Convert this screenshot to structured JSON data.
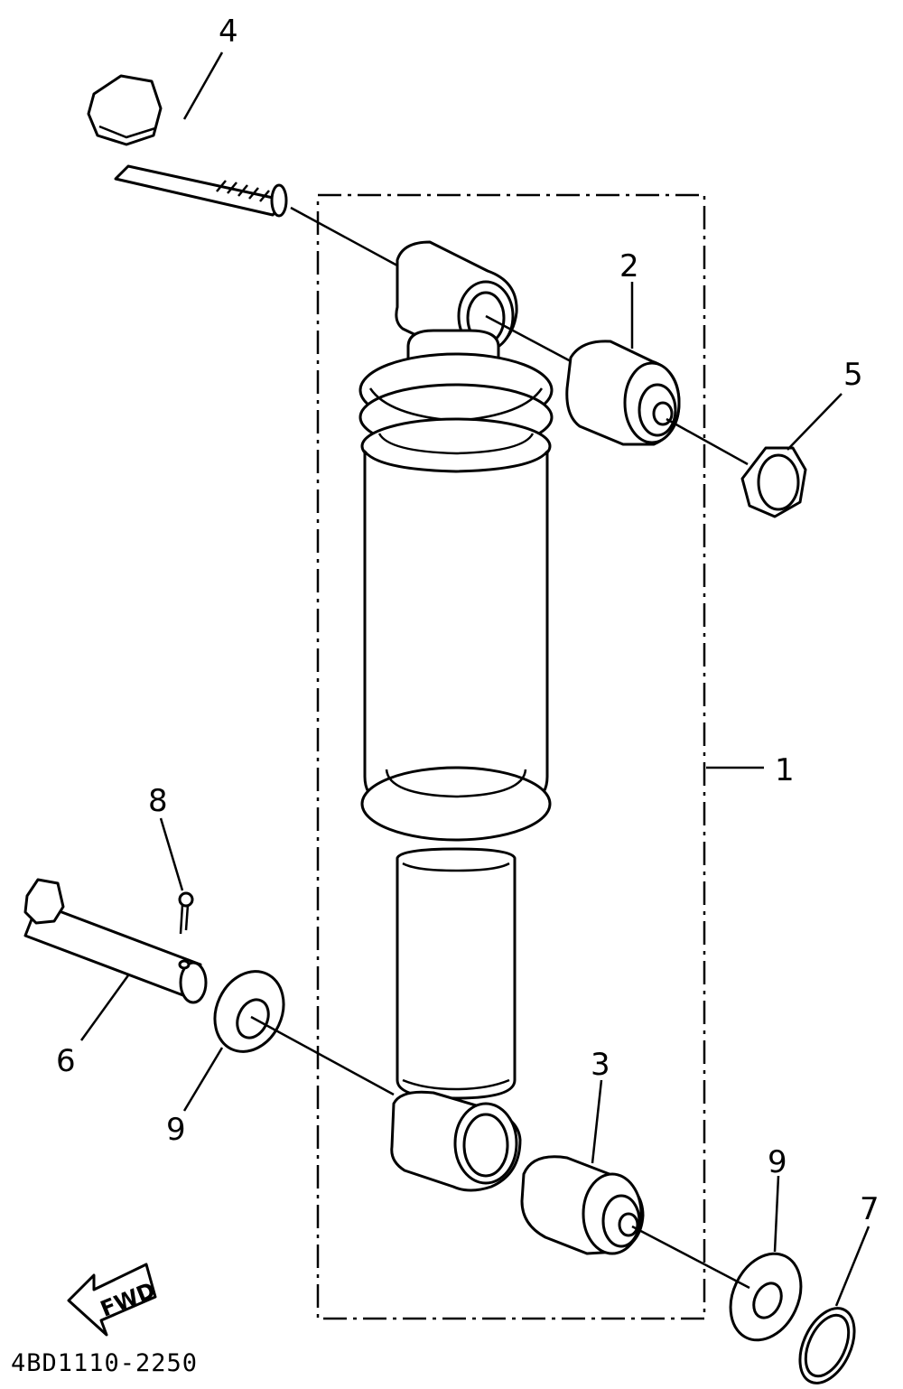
{
  "diagram": {
    "part_code": "4BD1110-2250",
    "fwd_label": "FWD",
    "callouts": {
      "c1": "1",
      "c2": "2",
      "c3": "3",
      "c4": "4",
      "c5": "5",
      "c6": "6",
      "c7": "7",
      "c8": "8",
      "c9a": "9",
      "c9b": "9"
    }
  }
}
